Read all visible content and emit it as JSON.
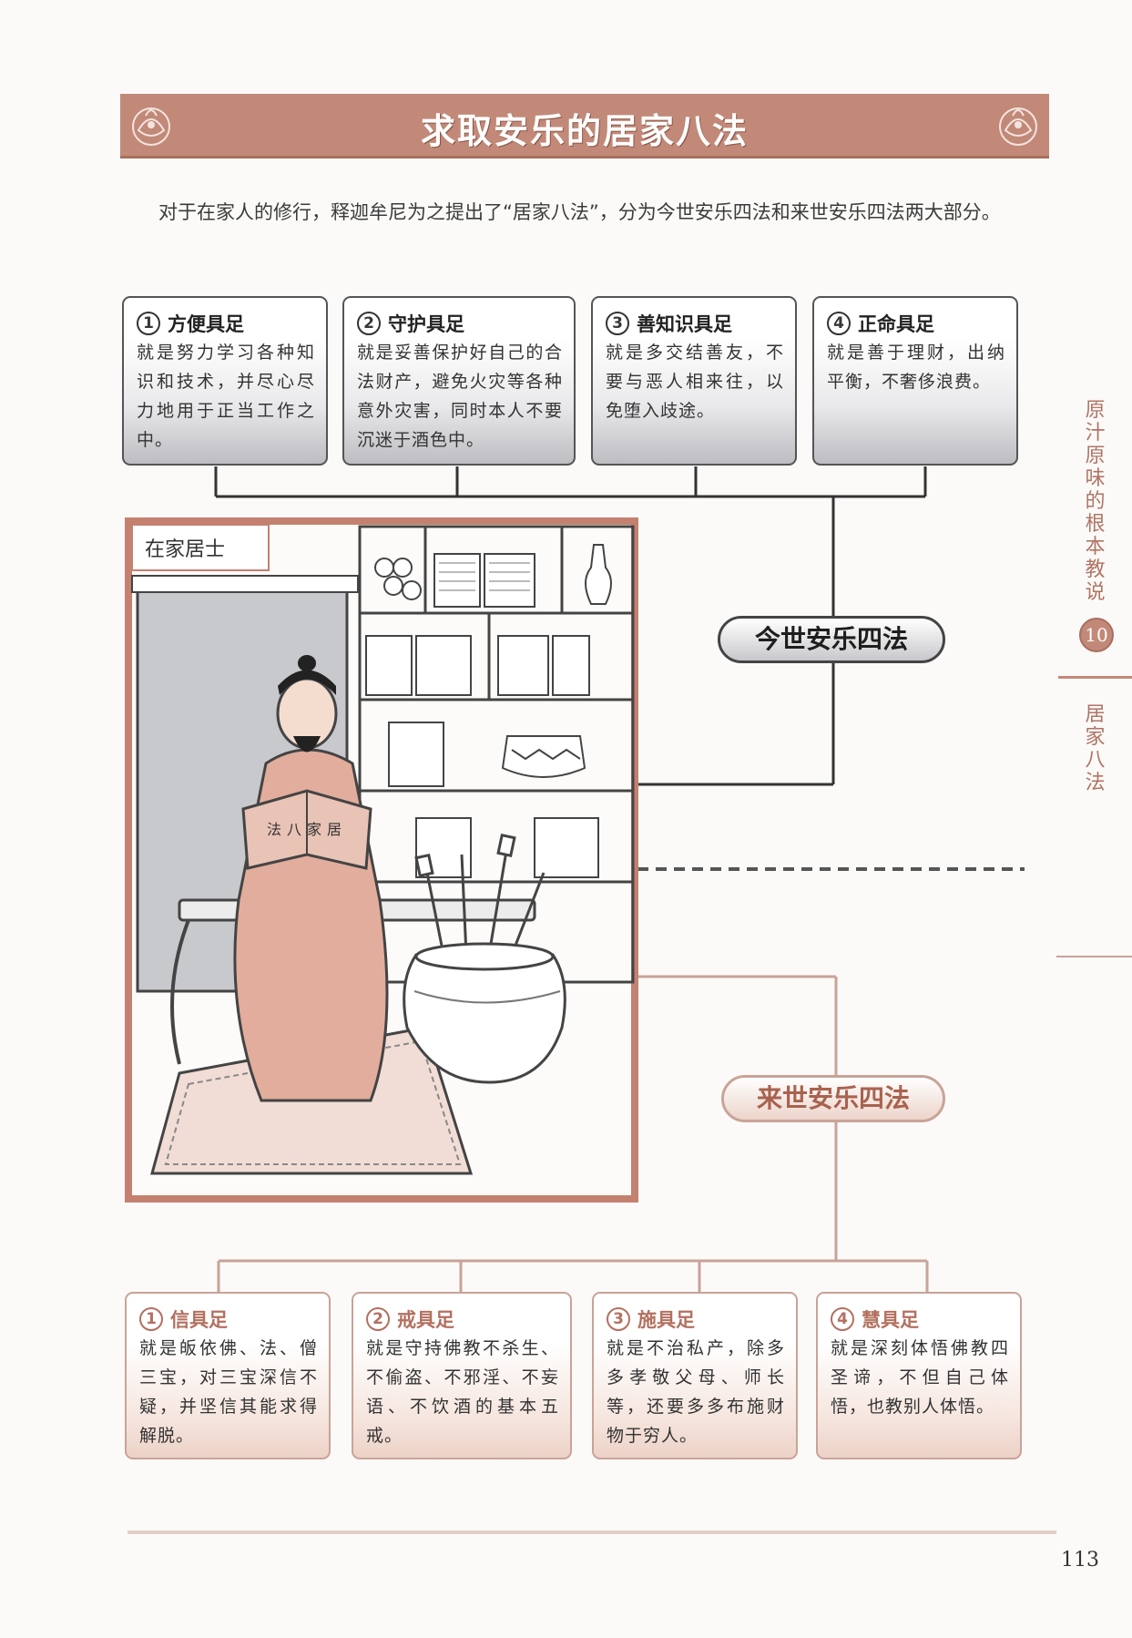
{
  "title": "求取安乐的居家八法",
  "intro": "对于在家人的修行，释迦牟尼为之提出了“居家八法”，分为今世安乐四法和来世安乐四法两大部分。",
  "present": {
    "label": "今世安乐四法",
    "cards": [
      {
        "num": "1",
        "title": "方便具足",
        "body": "就是努力学习各种知识和技术，并尽心尽力地用于正当工作之中。"
      },
      {
        "num": "2",
        "title": "守护具足",
        "body": "就是妥善保护好自己的合法财产，避免火灾等各种意外灾害，同时本人不要沉迷于酒色中。"
      },
      {
        "num": "3",
        "title": "善知识具足",
        "body": "就是多交结善友，不要与恶人相来往，以免堕入歧途。"
      },
      {
        "num": "4",
        "title": "正命具足",
        "body": "就是善于理财，出纳平衡，不奢侈浪费。"
      }
    ]
  },
  "future": {
    "label": "来世安乐四法",
    "cards": [
      {
        "num": "1",
        "title": "信具足",
        "body": "就是皈依佛、法、僧三宝，对三宝深信不疑，并坚信其能求得解脱。"
      },
      {
        "num": "2",
        "title": "戒具足",
        "body": "就是守持佛教不杀生、不偷盗、不邪淫、不妄语、不饮酒的基本五戒。"
      },
      {
        "num": "3",
        "title": "施具足",
        "body": "就是不治私产，除多多孝敬父母、师长等，还要多多布施财物于穷人。"
      },
      {
        "num": "4",
        "title": "慧具足",
        "body": "就是深刻体悟佛教四圣谛，不但自己体悟，也教别人体悟。"
      }
    ]
  },
  "illustration": {
    "caption": "在家居士",
    "book_text": "法八家居"
  },
  "side_tab": {
    "chapter": "原汁原味的根本教说",
    "number": "10",
    "section": "居家八法"
  },
  "page_number": "113",
  "colors": {
    "accent": "#c28978",
    "accent_dark": "#a86e5e",
    "pink_border": "#c9a397",
    "gray_border": "#555555"
  }
}
